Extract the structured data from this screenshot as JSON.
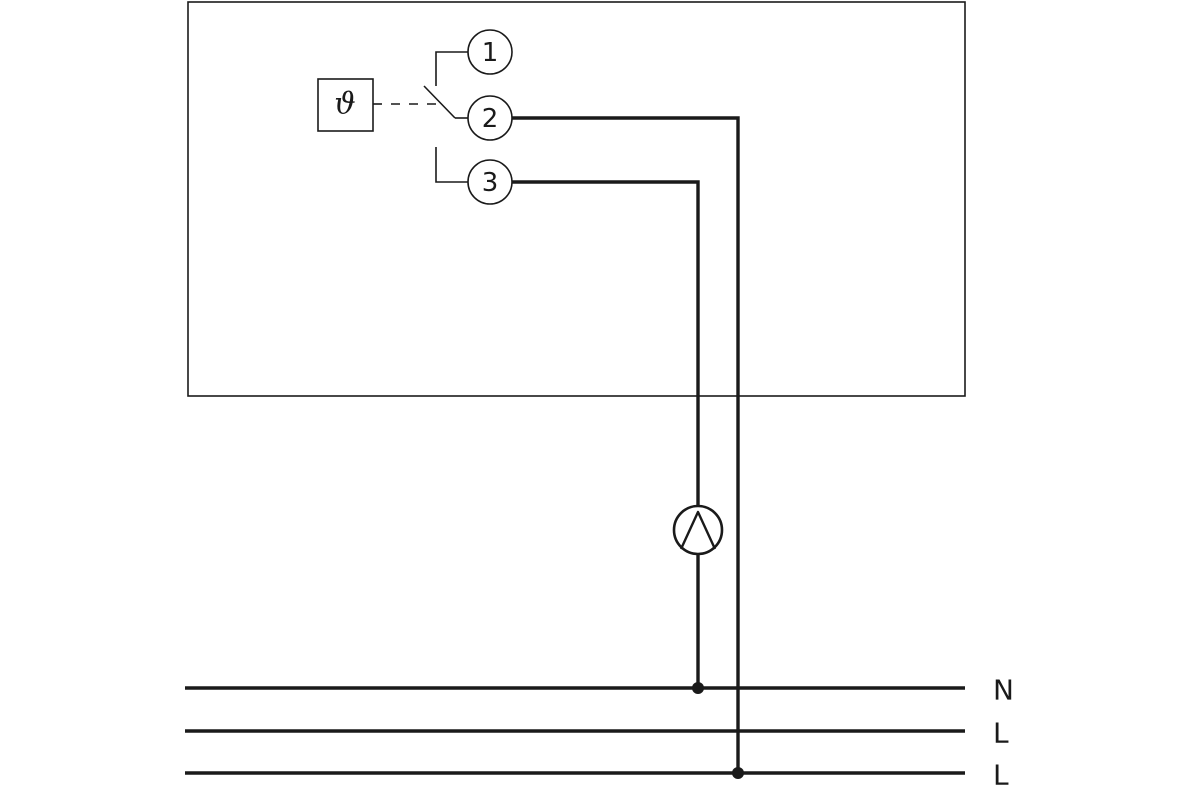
{
  "diagram": {
    "sensor_symbol": "ϑ",
    "terminals": [
      {
        "label": "1"
      },
      {
        "label": "2"
      },
      {
        "label": "3"
      }
    ],
    "bus_lines": [
      {
        "label": "N"
      },
      {
        "label": "L"
      },
      {
        "label": "L"
      }
    ],
    "icons": {
      "sensor": "temperature-sensor-icon",
      "pump": "pump-icon",
      "junction": "junction-dot-icon"
    },
    "colors": {
      "line": "#1a1a1a",
      "background": "#ffffff"
    }
  }
}
